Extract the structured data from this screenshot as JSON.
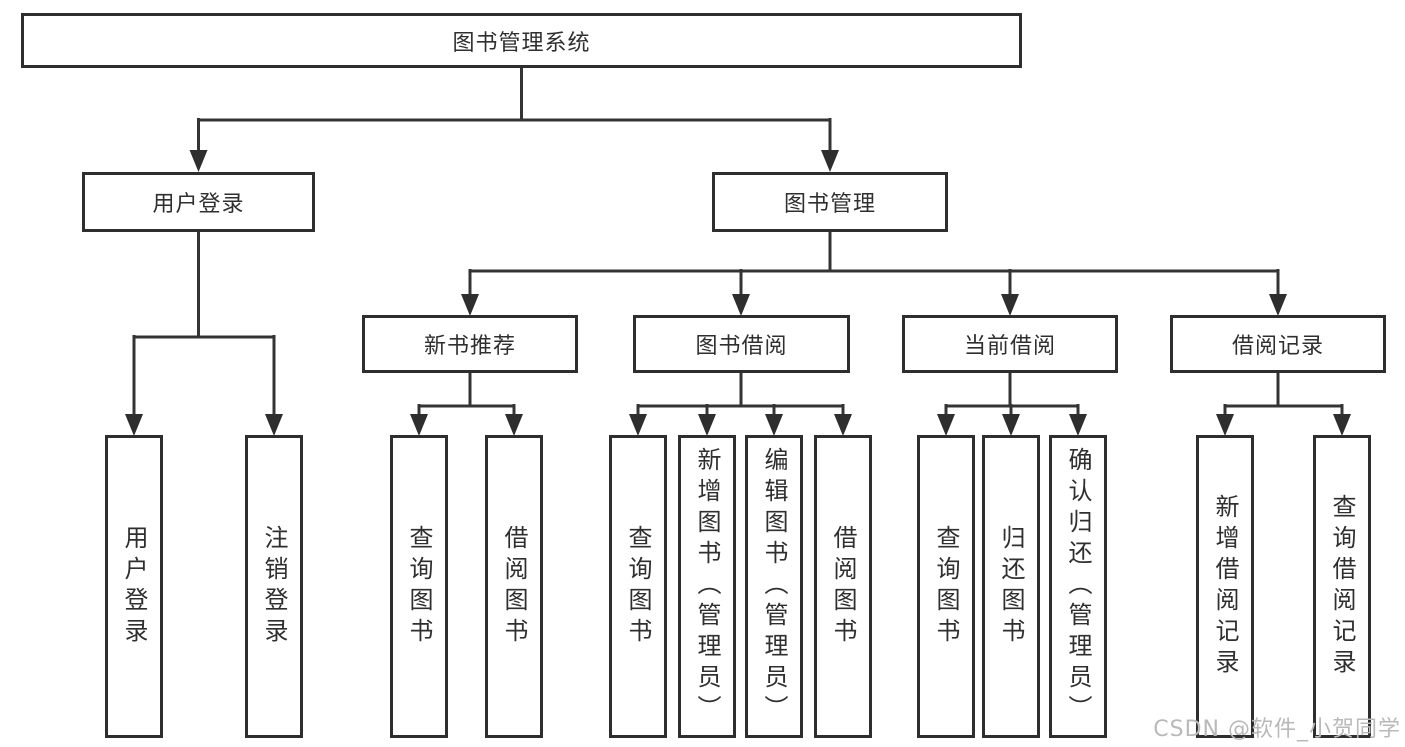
{
  "diagram": {
    "type": "hierarchy-tree",
    "title": "图书管理系统",
    "watermark": "CSDN @软件_小贺同学",
    "colors": {
      "line": "#343434",
      "box_border": "#2e2e2e",
      "box_fill": "#ffffff",
      "text": "#2f2f2f",
      "watermark": "#b9b9b9"
    },
    "nodes": {
      "root": {
        "label": "图书管理系统"
      },
      "user_login": {
        "label": "用户登录"
      },
      "book_mgmt": {
        "label": "图书管理"
      },
      "leaf_user_login": {
        "label": "用户登录"
      },
      "leaf_logout": {
        "label": "注销登录"
      },
      "new_book_rec": {
        "label": "新书推荐"
      },
      "book_borrow": {
        "label": "图书借阅"
      },
      "current_borrow": {
        "label": "当前借阅"
      },
      "borrow_records": {
        "label": "借阅记录"
      },
      "rec_query_books": {
        "label": "查询图书"
      },
      "rec_borrow_books": {
        "label": "借阅图书"
      },
      "bb_query_books": {
        "label": "查询图书"
      },
      "bb_add_books": {
        "label": "新增图书（管理员）"
      },
      "bb_edit_books": {
        "label": "编辑图书（管理员）"
      },
      "bb_borrow_books": {
        "label": "借阅图书"
      },
      "cb_query_books": {
        "label": "查询图书"
      },
      "cb_return_books": {
        "label": "归还图书"
      },
      "cb_confirm_return": {
        "label": "确认归还（管理员）"
      },
      "br_add_record": {
        "label": "新增借阅记录"
      },
      "br_query_record": {
        "label": "查询借阅记录"
      }
    },
    "tree": {
      "图书管理系统": {
        "用户登录": [
          "用户登录",
          "注销登录"
        ],
        "图书管理": {
          "新书推荐": [
            "查询图书",
            "借阅图书"
          ],
          "图书借阅": [
            "查询图书",
            "新增图书（管理员）",
            "编辑图书（管理员）",
            "借阅图书"
          ],
          "当前借阅": [
            "查询图书",
            "归还图书",
            "确认归还（管理员）"
          ],
          "借阅记录": [
            "新增借阅记录",
            "查询借阅记录"
          ]
        }
      }
    }
  }
}
